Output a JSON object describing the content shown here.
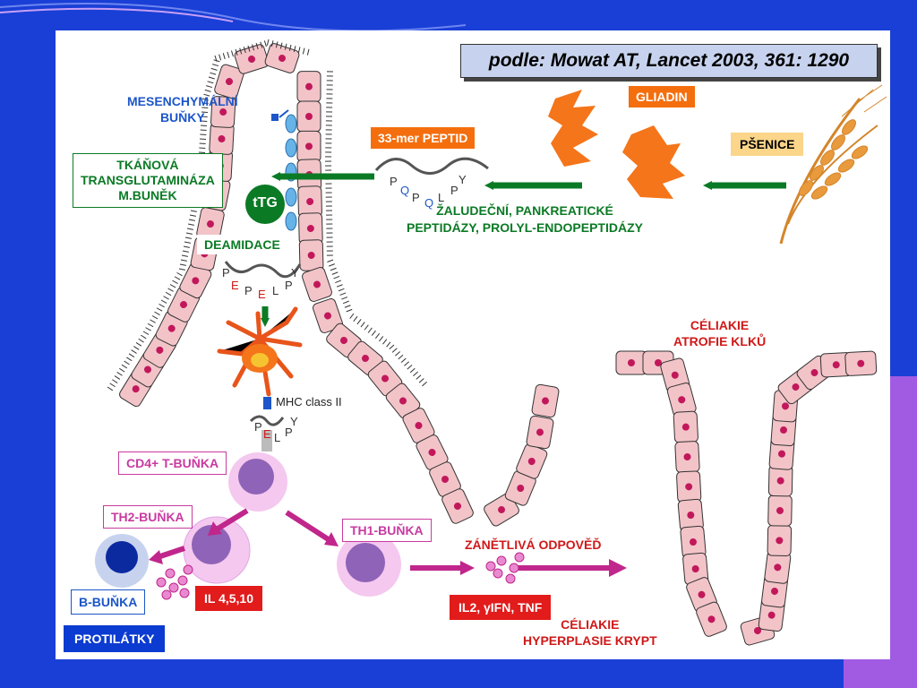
{
  "citation": "podle: Mowat AT, Lancet 2003, 361: 1290",
  "labels": {
    "mesenchymal": [
      "MESENCHYMÁLNÍ",
      "BUŇKY"
    ],
    "ttg_box": [
      "TKÁŇOVÁ",
      "TRANSGLUTAMINÁZA",
      "M.BUNĚK"
    ],
    "ttg_circle": "tTG",
    "deamidation": "DEAMIDACE",
    "peptide_33mer": "33-mer PEPTID",
    "gliadin": "GLIADIN",
    "wheat": "PŠENICE",
    "peptidases": [
      "ŽALUDEČNÍ, PANKREATICKÉ",
      "PEPTIDÁZY, PROLYL-ENDOPEPTIDÁZY"
    ],
    "mhc": "MHC class II",
    "cd4": "CD4+ T-BUŇKA",
    "th2": "TH2-BUŇKA",
    "th1": "TH1-BUŇKA",
    "bcell": "B-BUŇKA",
    "antibodies": "PROTILÁTKY",
    "il_th2": "IL 4,5,10",
    "il_th1": "IL2, γIFN, TNF",
    "inflammation": "ZÁNĚTLIVÁ ODPOVĚĎ",
    "atrophy": [
      "CÉLIAKIE",
      "ATROFIE KLKŮ"
    ],
    "hyperplasia": [
      "CÉLIAKIE",
      "HYPERPLASIE KRYPT"
    ]
  },
  "peptide_native": [
    "P",
    "Q",
    "P",
    "Q",
    "L",
    "P",
    "Y"
  ],
  "peptide_deamidated": [
    "P",
    "E",
    "P",
    "E",
    "L",
    "P",
    "Y"
  ],
  "peptide_mhc": [
    "P",
    "E",
    "L",
    "P",
    "Y"
  ],
  "colors": {
    "background": "#1a3fd6",
    "panel": "#ffffff",
    "accent_purple": "#a15be3",
    "orange": "#f46e0e",
    "red": "#e21b1b",
    "green_arrow": "#0b7a25",
    "magenta": "#c83aa0",
    "cell_fill": "#f2c4c8",
    "nucleus": "#c2185b"
  }
}
